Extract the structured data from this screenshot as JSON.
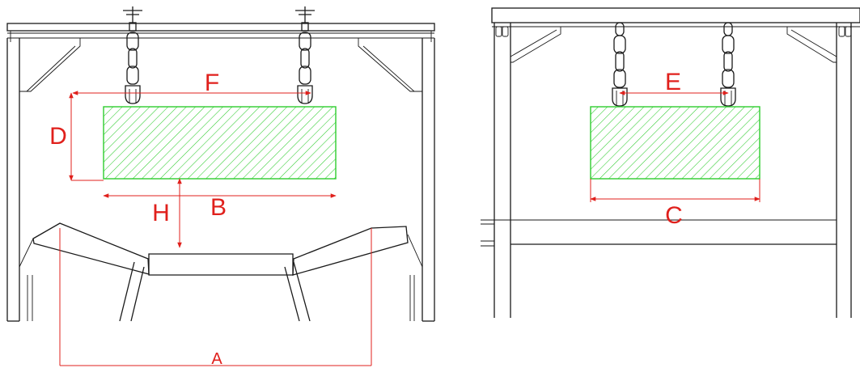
{
  "colors": {
    "dimension": "#e0201c",
    "magnet_hatch": "#2ecc2e",
    "structure": "#1a1a1a"
  },
  "front_view": {
    "labels": {
      "A": "A",
      "B": "B",
      "D": "D",
      "F": "F",
      "H": "H"
    }
  },
  "side_view": {
    "labels": {
      "C": "C",
      "E": "E"
    }
  }
}
